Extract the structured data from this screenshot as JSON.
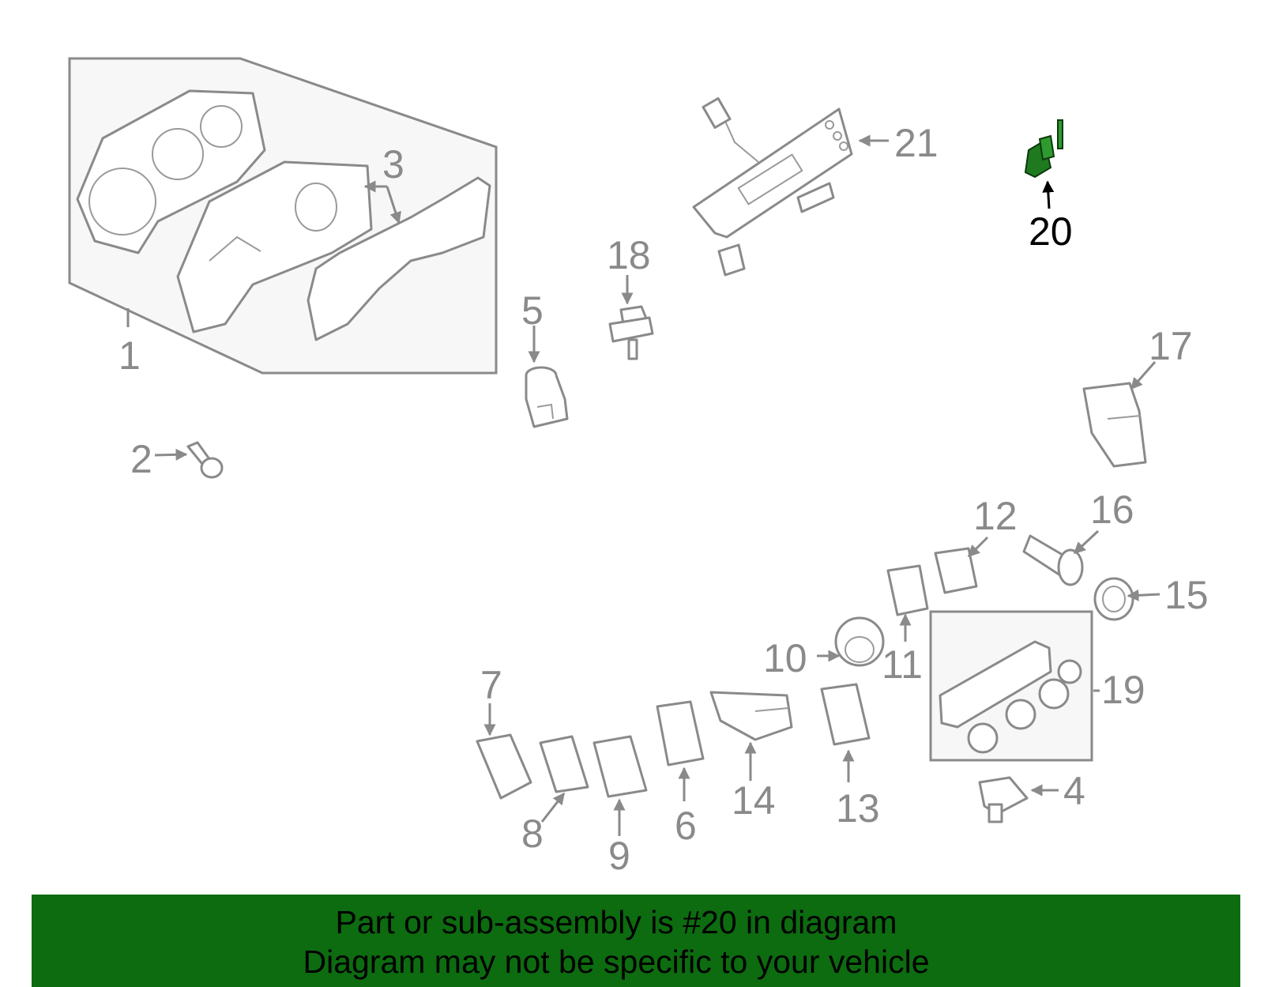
{
  "callouts": [
    "1",
    "2",
    "3",
    "4",
    "5",
    "6",
    "7",
    "8",
    "9",
    "10",
    "11",
    "12",
    "13",
    "14",
    "15",
    "16",
    "17",
    "18",
    "19",
    "20",
    "21"
  ],
  "highlighted_callout": "20",
  "colors": {
    "highlight": "#1f7a1f",
    "banner": "#0d6b10",
    "line": "#8a8a8a"
  },
  "banner": {
    "line1": "Part or sub-assembly is #20 in diagram",
    "line2": "Diagram may not be specific to your vehicle"
  }
}
